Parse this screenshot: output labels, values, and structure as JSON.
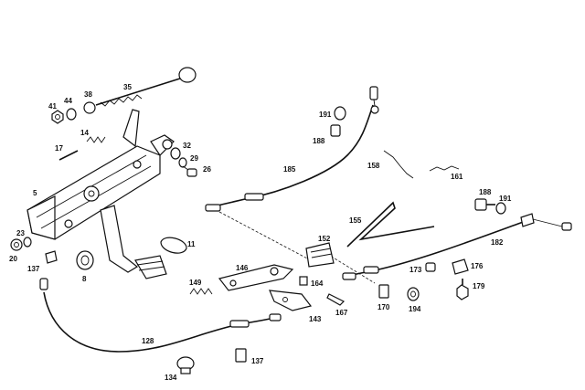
{
  "callouts": {
    "c5": "5",
    "c8": "8",
    "c11": "11",
    "c14": "14",
    "c17": "17",
    "c20": "20",
    "c23": "23",
    "c26": "26",
    "c29": "29",
    "c32": "32",
    "c35": "35",
    "c38": "38",
    "c41": "41",
    "c44": "44",
    "c128": "128",
    "c134": "134",
    "c137a": "137",
    "c137b": "137",
    "c143": "143",
    "c146": "146",
    "c149": "149",
    "c152": "152",
    "c155": "155",
    "c158": "158",
    "c161": "161",
    "c164": "164",
    "c167": "167",
    "c170": "170",
    "c173": "173",
    "c176": "176",
    "c179": "179",
    "c182": "182",
    "c185": "185",
    "c188a": "188",
    "c188b": "188",
    "c191a": "191",
    "c191b": "191",
    "c194": "194"
  },
  "icons": {
    "pedal": "pedal-assembly-icon",
    "cable": "brake-cable-icon",
    "bolt": "bolt-icon",
    "spring": "spring-icon"
  },
  "colors": {
    "line": "#111111",
    "background": "#ffffff"
  }
}
